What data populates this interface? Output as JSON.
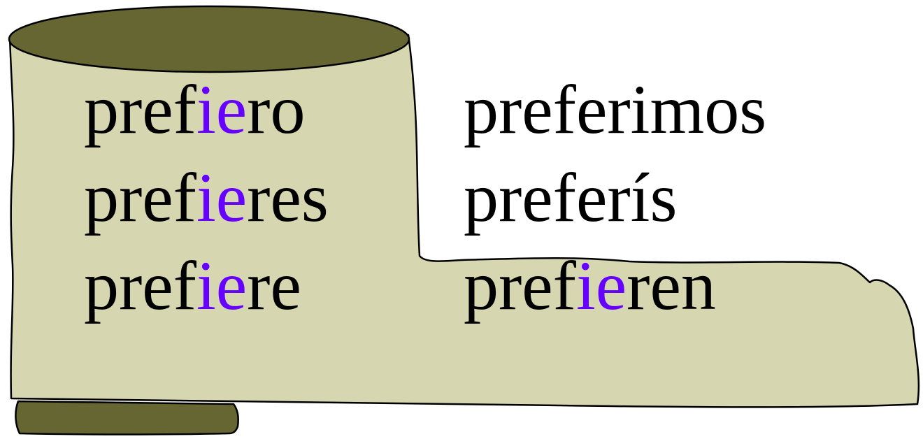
{
  "colors": {
    "boot_fill": "#d6d6b0",
    "boot_dark": "#666633",
    "outline": "#000000",
    "text": "#000000",
    "stem_change": "#6600ff"
  },
  "conjugations": {
    "yo": {
      "prefix": "pref",
      "change": "ie",
      "suffix": "ro"
    },
    "tu": {
      "prefix": "pref",
      "change": "ie",
      "suffix": "res"
    },
    "el": {
      "prefix": "pref",
      "change": "ie",
      "suffix": "re"
    },
    "nosotros": {
      "full": "preferimos"
    },
    "vosotros": {
      "full": "preferís"
    },
    "ellos": {
      "prefix": "pref",
      "change": "ie",
      "suffix": "ren"
    }
  }
}
